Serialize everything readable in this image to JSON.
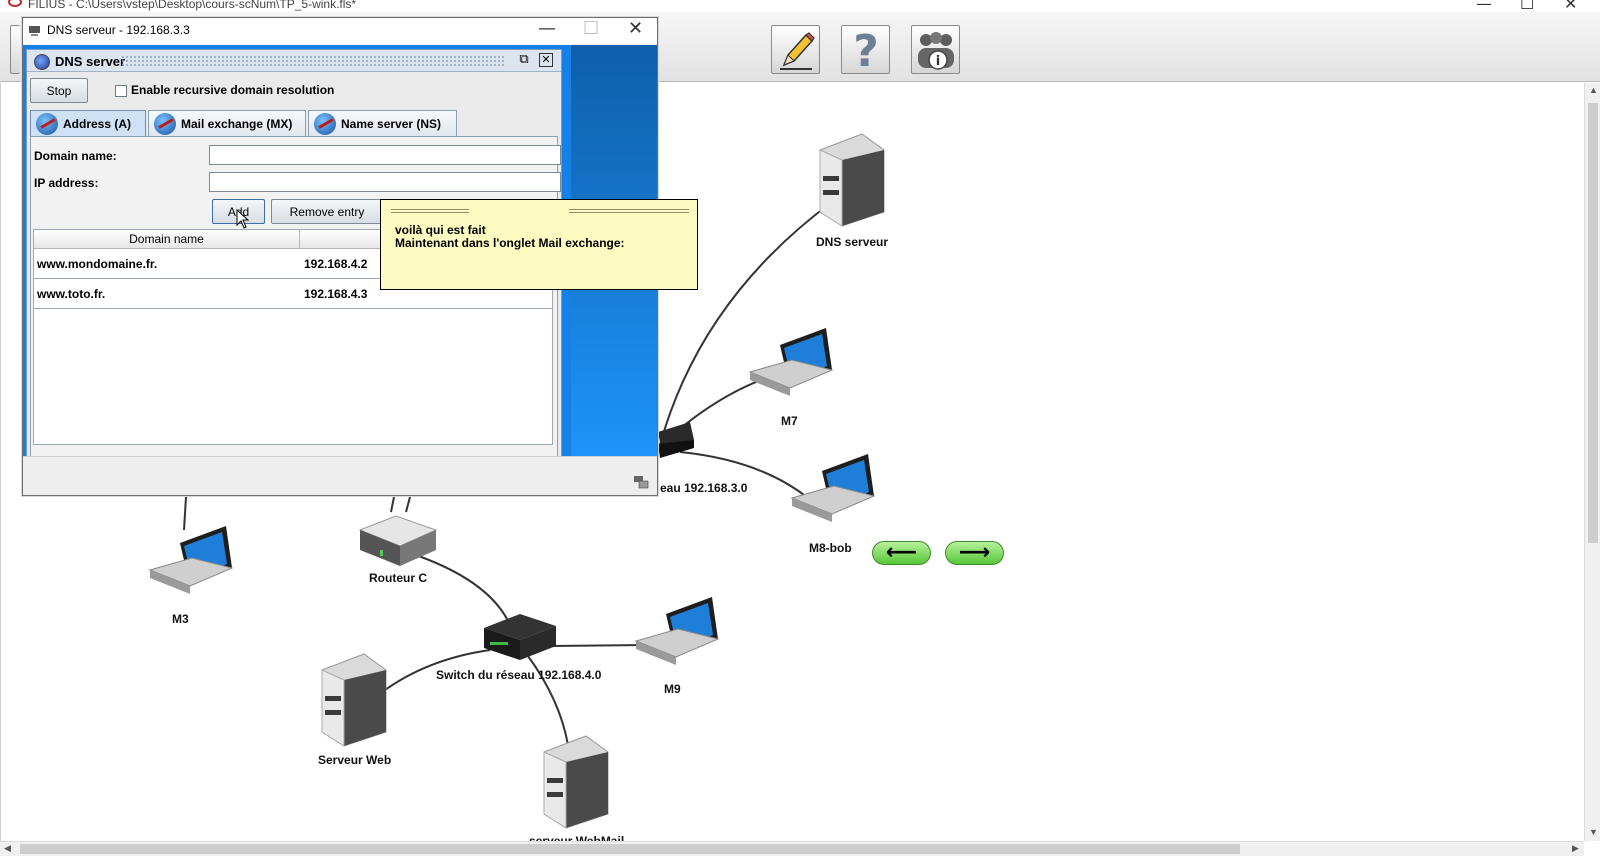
{
  "app": {
    "title": "FILIUS - C:\\Users\\vstep\\Desktop\\cours-scNum\\TP_5-wink.fls*",
    "window_controls": {
      "minimize": "—",
      "maximize": "☐",
      "close": "✕"
    }
  },
  "toolbar": {
    "buttons": [
      {
        "name": "design-mode",
        "icon": "pencil-icon"
      },
      {
        "name": "help",
        "icon": "question-icon"
      },
      {
        "name": "info",
        "icon": "users-info-icon"
      }
    ]
  },
  "network": {
    "nodes": [
      {
        "label": "DNS serveur",
        "icon": "server-icon"
      },
      {
        "label": "M7",
        "icon": "laptop-icon"
      },
      {
        "label": "M8-bob",
        "icon": "laptop-icon"
      },
      {
        "label": "eau 192.168.3.0",
        "icon": "switch-icon"
      },
      {
        "label": "M3",
        "icon": "laptop-icon"
      },
      {
        "label": "Routeur C",
        "icon": "router-icon"
      },
      {
        "label": "Switch du réseau 192.168.4.0",
        "icon": "switch-icon"
      },
      {
        "label": "M9",
        "icon": "laptop-icon"
      },
      {
        "label": "Serveur Web",
        "icon": "server-icon"
      },
      {
        "label": "serveur WebMail",
        "icon": "server-icon"
      }
    ],
    "nav": {
      "prev": "⟵",
      "next": "⟶"
    }
  },
  "dialog": {
    "title": "DNS serveur - 192.168.3.3",
    "controls": {
      "minimize": "—",
      "maximize": "☐",
      "close": "✕"
    },
    "inner_title": "DNS server",
    "stop_label": "Stop",
    "recursive_label": "Enable recursive domain resolution",
    "recursive_checked": false,
    "tabs": [
      {
        "label": "Address (A)",
        "active": true
      },
      {
        "label": "Mail exchange (MX)",
        "active": false
      },
      {
        "label": "Name server (NS)",
        "active": false
      }
    ],
    "form": {
      "domain_label": "Domain name:",
      "domain_value": "",
      "ip_label": "IP address:",
      "ip_value": "",
      "add_label": "Add",
      "remove_label": "Remove entry"
    },
    "table": {
      "headers": [
        "Domain name",
        ""
      ],
      "rows": [
        [
          "www.mondomaine.fr.",
          "192.168.4.2"
        ],
        [
          "www.toto.fr.",
          "192.168.4.3"
        ]
      ]
    }
  },
  "note": {
    "line1": "voilà qui est fait",
    "line2": "Maintenant dans l'onglet Mail exchange:"
  },
  "colors": {
    "accent": "#1581e6",
    "note_bg": "#fbfbc2",
    "nav_green": "#57c639"
  }
}
